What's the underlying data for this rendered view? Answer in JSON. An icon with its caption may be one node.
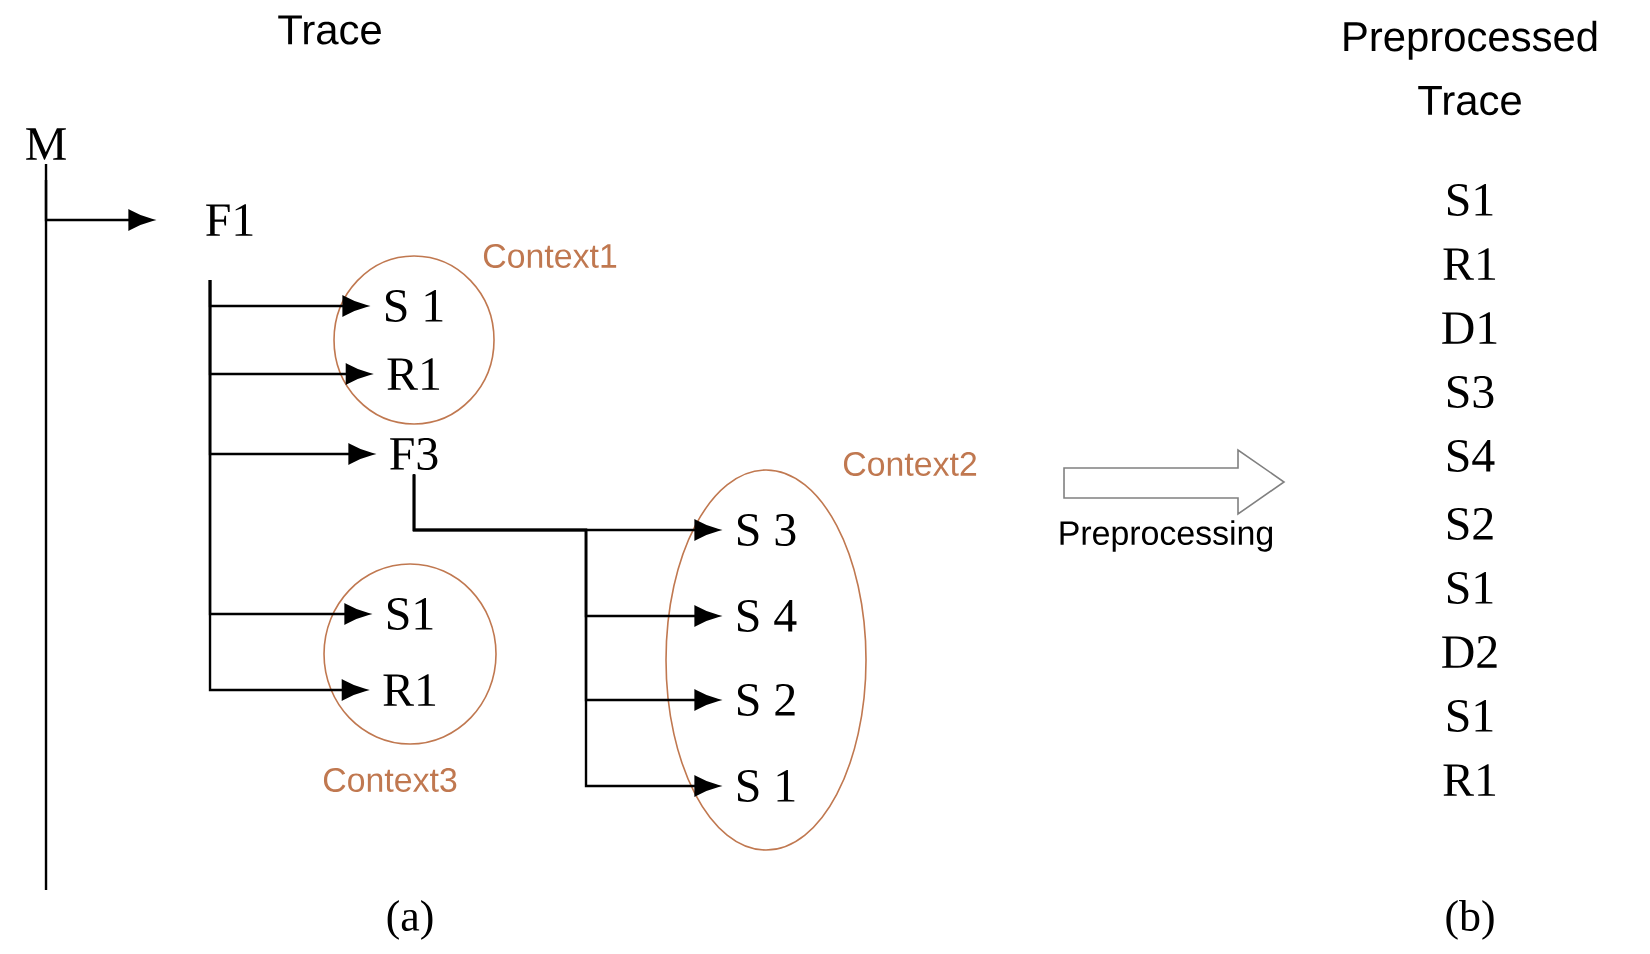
{
  "diagram": {
    "nodes": [
      {
        "text": [
          "M"
        ]
      },
      {
        "text": [
          "F1"
        ]
      },
      {
        "text": [
          "Context1"
        ]
      },
      {
        "text": [
          "S 1"
        ],
        "in": 2
      },
      {
        "text": [
          "R1"
        ],
        "in": 2
      },
      {
        "text": [
          "F3"
        ]
      },
      {
        "text": [
          "Context2"
        ]
      },
      {
        "text": [
          "S 3"
        ],
        "in": 6
      },
      {
        "text": [
          "S 4"
        ],
        "in": 6
      },
      {
        "text": [
          "S 2"
        ],
        "in": 6
      },
      {
        "text": [
          "S 1"
        ],
        "in": 6
      },
      {
        "text": [
          "Context3"
        ]
      },
      {
        "text": [
          "S1"
        ],
        "in": 11
      },
      {
        "text": [
          "R1"
        ],
        "in": 11
      }
    ],
    "edges": [
      {
        "from": 0,
        "to": 1,
        "arrow": "to"
      },
      {
        "from": 1,
        "to": 3,
        "arrow": "to"
      },
      {
        "from": 1,
        "to": 4,
        "arrow": "to"
      },
      {
        "from": 1,
        "to": 5,
        "arrow": "to"
      },
      {
        "from": 1,
        "to": 12,
        "arrow": "to"
      },
      {
        "from": 1,
        "to": 13,
        "arrow": "to"
      },
      {
        "from": 5,
        "to": 7,
        "arrow": "to"
      },
      {
        "from": 5,
        "to": 8,
        "arrow": "to"
      },
      {
        "from": 5,
        "to": 9,
        "arrow": "to"
      },
      {
        "from": 5,
        "to": 10,
        "arrow": "to"
      }
    ],
    "labels": [
      "Trace",
      "Preprocessed Trace",
      "Preprocessing",
      "S1",
      "R1",
      "D1",
      "S3",
      "S4",
      "S2",
      "S1",
      "D2",
      "S1",
      "R1",
      "(a)",
      "(b)"
    ]
  }
}
